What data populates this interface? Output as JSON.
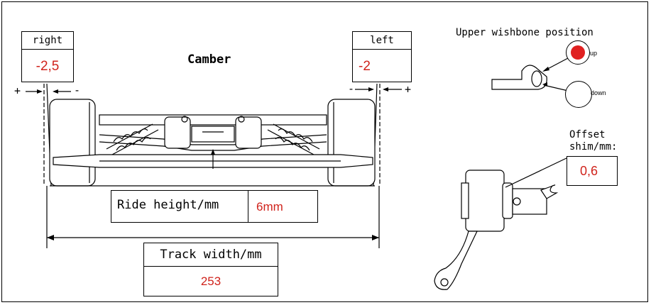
{
  "camber": {
    "title": "Camber",
    "right": {
      "label": "right",
      "value": "-2,5"
    },
    "left": {
      "label": "left",
      "value": "-2"
    },
    "plus": "+",
    "minus": "-"
  },
  "ride_height": {
    "label": "Ride height/mm",
    "value": "6mm"
  },
  "track_width": {
    "label": "Track width/mm",
    "value": "253"
  },
  "wishbone": {
    "title": "Upper wishbone position",
    "up_label": "up",
    "down_label": "down",
    "selected": "up",
    "selected_color": "#e02020"
  },
  "offset_shim": {
    "label_line1": "Offset",
    "label_line2": "shim/mm:",
    "value": "0,6"
  }
}
